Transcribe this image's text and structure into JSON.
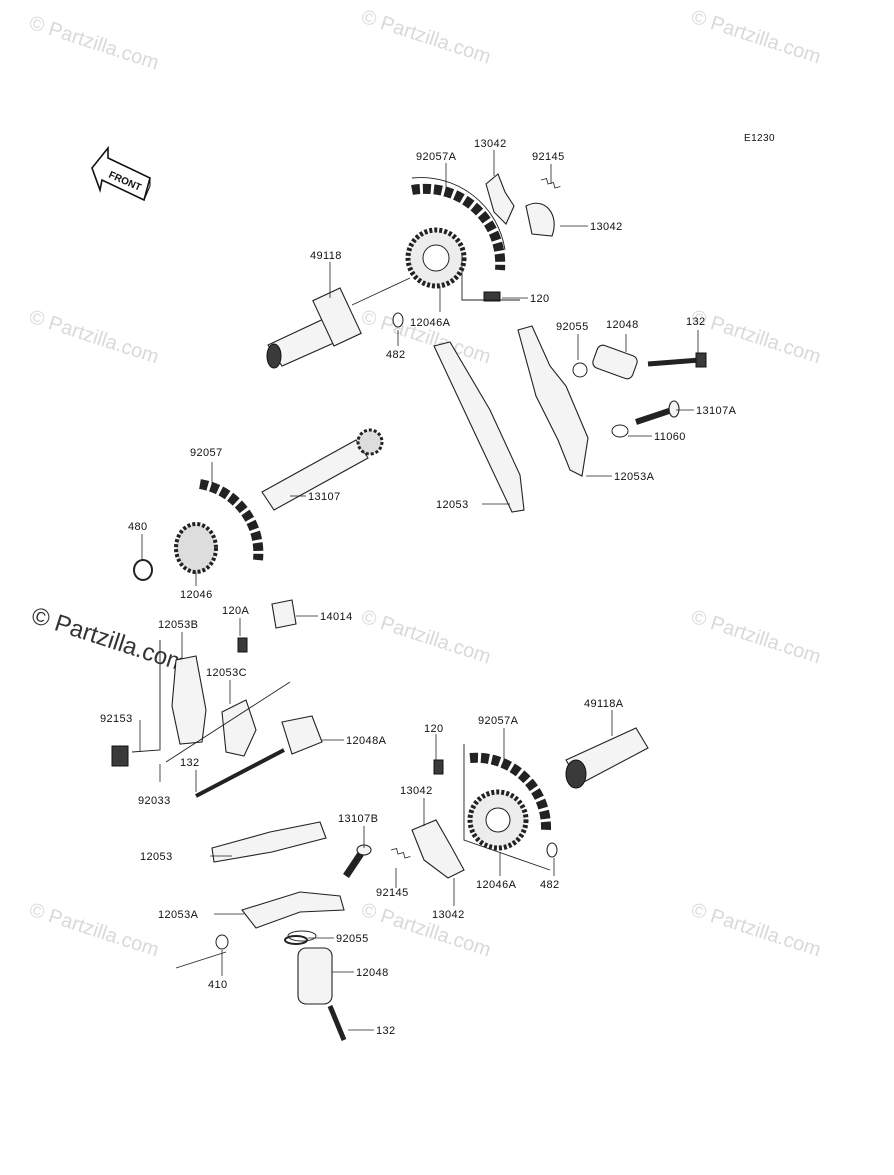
{
  "diagram": {
    "code": "E1230",
    "front_label": "FRONT",
    "watermark": "© Partzilla.com",
    "watermark_large": "© Partzilla.com",
    "parts": {
      "p92057A_top": "92057A",
      "p13042_top_a": "13042",
      "p92145_top": "92145",
      "p13042_top_b": "13042",
      "p49118": "49118",
      "p120_top": "120",
      "p12046A_top": "12046A",
      "p482_top": "482",
      "p92055_top": "92055",
      "p12048_top": "12048",
      "p132_top": "132",
      "p13107A": "13107A",
      "p11060": "11060",
      "p12053A_top": "12053A",
      "p12053_top": "12053",
      "p92057": "92057",
      "p13107": "13107",
      "p480": "480",
      "p12046": "12046",
      "p120A": "120A",
      "p14014": "14014",
      "p12053B": "12053B",
      "p12053C": "12053C",
      "p92153": "92153",
      "p12048A": "12048A",
      "p132_mid": "132",
      "p92033": "92033",
      "p120_bot": "120",
      "p92057A_bot": "92057A",
      "p49118A": "49118A",
      "p13042_bot_a": "13042",
      "p12053_bot": "12053",
      "p13107B": "13107B",
      "p92145_bot": "92145",
      "p12046A_bot": "12046A",
      "p482_bot": "482",
      "p13042_bot_b": "13042",
      "p12053A_bot": "12053A",
      "p92055_bot": "92055",
      "p410": "410",
      "p12048_bot": "12048",
      "p132_bot": "132"
    }
  }
}
